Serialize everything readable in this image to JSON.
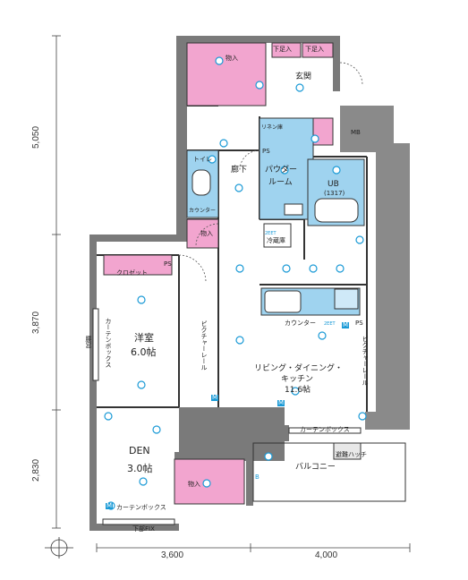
{
  "rooms": {
    "storage_top": "物入",
    "storage_hall": "物入",
    "storage_balcony": "物入",
    "shoe_left": "下足入",
    "shoe_right": "下足入",
    "entrance": "玄関",
    "linen": "リネン庫",
    "mb": "MB",
    "ps_top": "PS",
    "ps_mid": "PS",
    "ps_kitchen": "PS",
    "toilet": "トイレ",
    "counter_toilet": "カウンター",
    "corridor": "廊下",
    "powder_room_1": "パウダー",
    "powder_room_2": "ルーム",
    "ub": "UB",
    "ub_size": "(1317)",
    "fridge": "冷蔵庫",
    "closet": "クロゼット",
    "curtain_box_left": "カーテンボックス",
    "western_room": "洋室",
    "western_room_size": "6.0帖",
    "picture_rail_left": "ピクチャーレール",
    "picture_rail_right": "ピクチャーレール",
    "counter_kitchen": "カウンター",
    "ldk_1": "リビング・ダイニング・",
    "ldk_2": "キッチン",
    "ldk_size": "11.6帖",
    "curtain_box_ldk": "カーテンボックス",
    "den": "DEN",
    "den_size": "3.0帖",
    "curtain_box_den": "カーテンボックス",
    "evac_hatch": "避難ハッチ",
    "balcony": "バルコニー",
    "bottom_fix": "下部FIX",
    "waist_window": "腰窓",
    "zeet_1": "2EET",
    "zeet_2": "2EET"
  },
  "dimensions": {
    "left_top": "5,050",
    "left_mid": "3,870",
    "left_bottom": "2,830",
    "bottom_left": "3,600",
    "bottom_right": "4,000"
  },
  "markers": {
    "m": "M",
    "b": "B"
  },
  "colors": {
    "wall": "#777777",
    "wet_area": "#9fd3ef",
    "storage": "#f2a5cf",
    "outline": "#333333"
  }
}
